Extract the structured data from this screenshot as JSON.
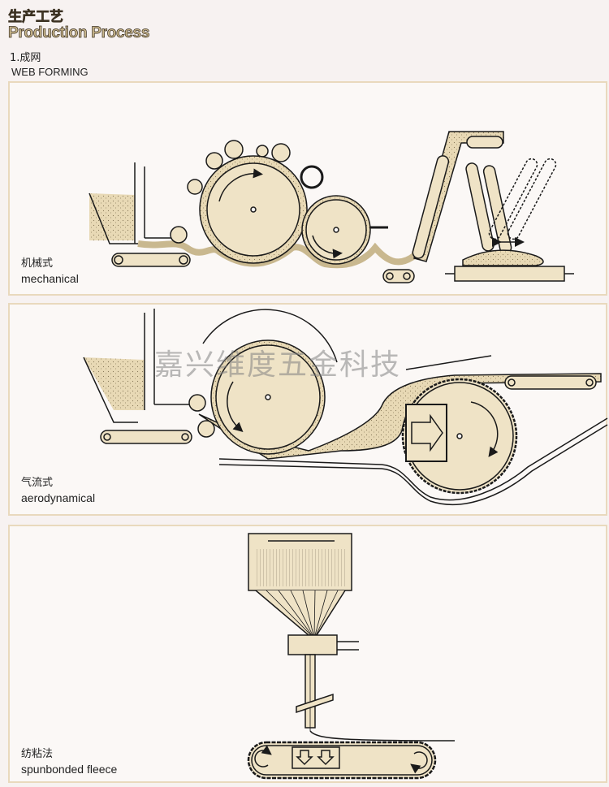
{
  "header": {
    "title_cn": "生产工艺",
    "title_en": "Production Process",
    "section_cn": "1.成网",
    "section_en": "WEB FORMING"
  },
  "panels": [
    {
      "id": "mechanical",
      "label_cn": "机械式",
      "label_en": "mechanical"
    },
    {
      "id": "aerodynamical",
      "label_cn": "气流式",
      "label_en": "aerodynamical"
    },
    {
      "id": "spunbonded",
      "label_cn": "纺粘法",
      "label_en": "spunbonded fleece"
    }
  ],
  "watermark": "嘉兴维度五金科技",
  "colors": {
    "fill": "#efe3c6",
    "fiber": "#e6d7b4",
    "stroke": "#1a1a1a",
    "panel_border": "#e9d9bd",
    "title": "#c8b58a"
  }
}
